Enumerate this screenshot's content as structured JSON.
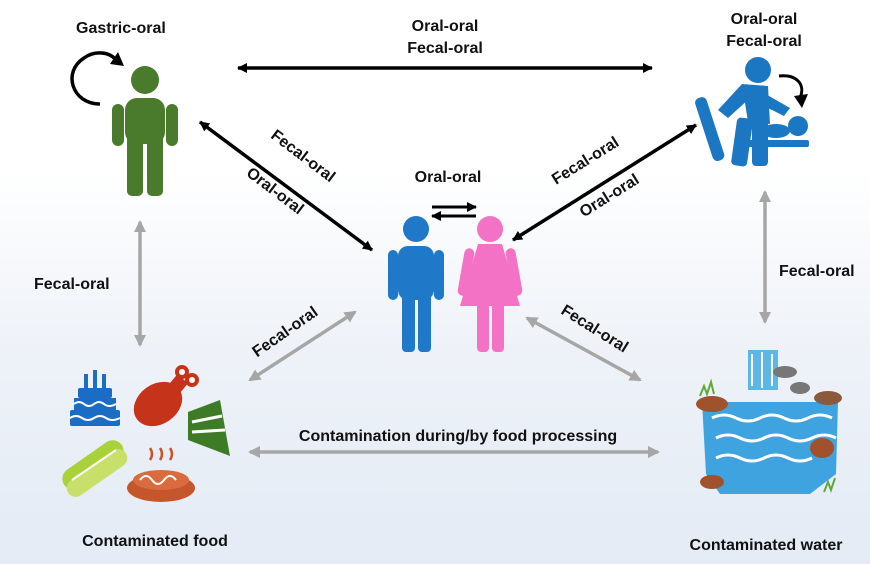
{
  "nodes": {
    "person_self": {
      "label": "Gastric-oral"
    },
    "caregiver": {
      "label_line1": "Oral-oral",
      "label_line2": "Fecal-oral"
    },
    "couple": {
      "label": "Oral-oral"
    },
    "food": {
      "label": "Contaminated food"
    },
    "water": {
      "label": "Contaminated water"
    }
  },
  "edges": {
    "top": {
      "line1": "Oral-oral",
      "line2": "Fecal-oral"
    },
    "person_couple": {
      "line1": "Fecal-oral",
      "line2": "Oral-oral"
    },
    "caregiver_couple": {
      "line1": "Fecal-oral",
      "line2": "Oral-oral"
    },
    "person_food": {
      "label": "Fecal-oral"
    },
    "caregiver_water": {
      "label": "Fecal-oral"
    },
    "couple_food": {
      "label": "Fecal-oral"
    },
    "couple_water": {
      "label": "Fecal-oral"
    },
    "food_water": {
      "label": "Contamination during/by food processing"
    }
  },
  "colors": {
    "person_green": "#4a7a2c",
    "caregiver_blue": "#1c77c3",
    "male_blue": "#1f78c8",
    "female_pink": "#f472c6",
    "arrow_black": "#000000",
    "arrow_gray": "#a6a6a6"
  }
}
